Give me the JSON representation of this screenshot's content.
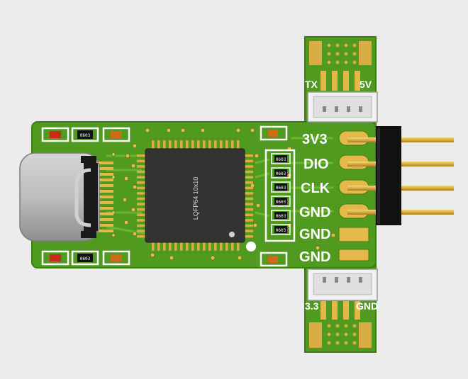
{
  "board": {
    "colors": {
      "pcb": "#4f9a1f",
      "pcb_light": "#6fb82e",
      "pcb_edge": "#3c7d12",
      "copper": "#e5b84a",
      "silkscreen": "#ffffff",
      "chip": "#333333",
      "connector": "#f2f2f2",
      "pin_header": "#111111",
      "pin": "#d9ad43",
      "resistor_red": "#cc2a1a",
      "capacitor_orange": "#d06a1a"
    },
    "chip": {
      "label": "LQFP64 10x10"
    },
    "pin_labels": [
      "3V3",
      "DIO",
      "CLK",
      "GND",
      "GND",
      "GND"
    ],
    "top_connector": {
      "left_label": "TX",
      "right_label": "5V"
    },
    "bottom_connector": {
      "left_label": "3.3",
      "right_label": "GND"
    },
    "resistor_packs": [
      "0603",
      "0603",
      "0603",
      "0603",
      "0603",
      "0603"
    ],
    "left_parts": {
      "top_label": "0603",
      "bottom_label": "0603"
    }
  }
}
